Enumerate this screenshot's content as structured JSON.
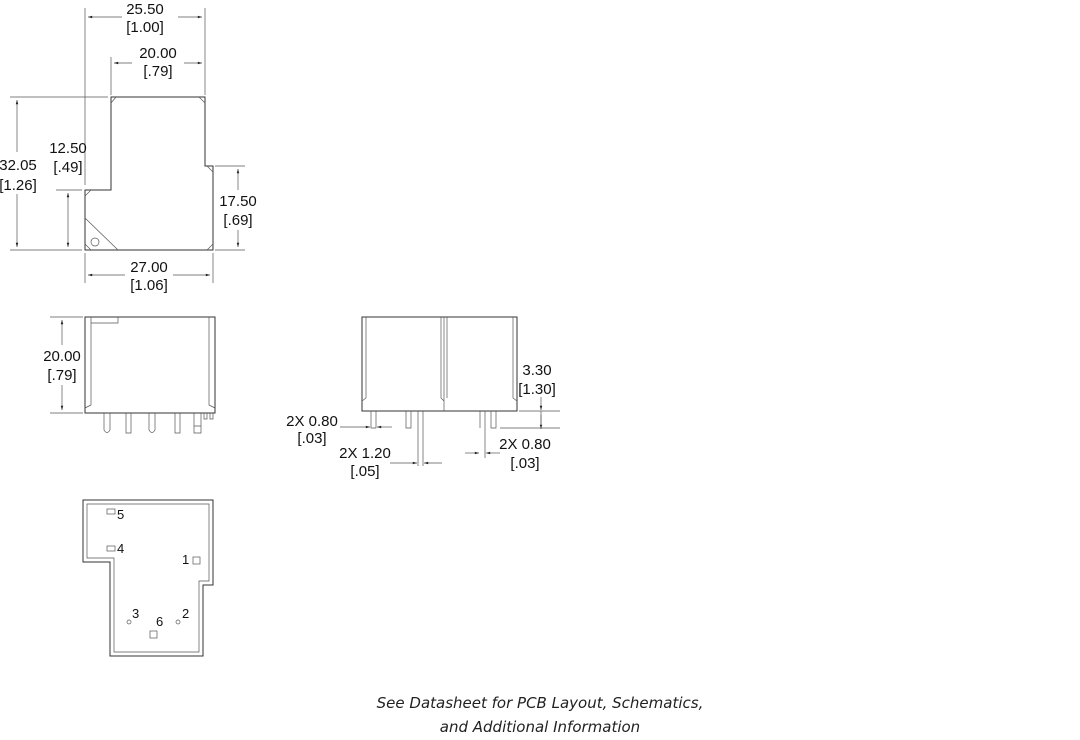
{
  "top_view": {
    "overall_width": {
      "mm": "25.50",
      "in": "[1.00]"
    },
    "upper_width": {
      "mm": "20.00",
      "in": "[.79]"
    },
    "overall_height": {
      "mm": "32.05",
      "in": "[1.26]"
    },
    "left_step": {
      "mm": "12.50",
      "in": "[.49]"
    },
    "right_step": {
      "mm": "17.50",
      "in": "[.69]"
    },
    "base_width": {
      "mm": "27.00",
      "in": "[1.06]"
    }
  },
  "side_view": {
    "height": {
      "mm": "20.00",
      "in": "[.79]"
    }
  },
  "front_view": {
    "pin_length": {
      "mm": "3.30",
      "in": "[1.30]"
    },
    "pin_width_left": {
      "mm": "2X 0.80",
      "in": "[.03]"
    },
    "pin_width_center": {
      "mm": "2X 1.20",
      "in": "[.05]"
    },
    "pin_width_right": {
      "mm": "2X 0.80",
      "in": "[.03]"
    }
  },
  "bottom_view": {
    "pins": [
      "5",
      "4",
      "1",
      "3",
      "2",
      "6"
    ]
  },
  "caption": {
    "line1": "See Datasheet for PCB Layout, Schematics,",
    "line2": "and Additional Information"
  }
}
